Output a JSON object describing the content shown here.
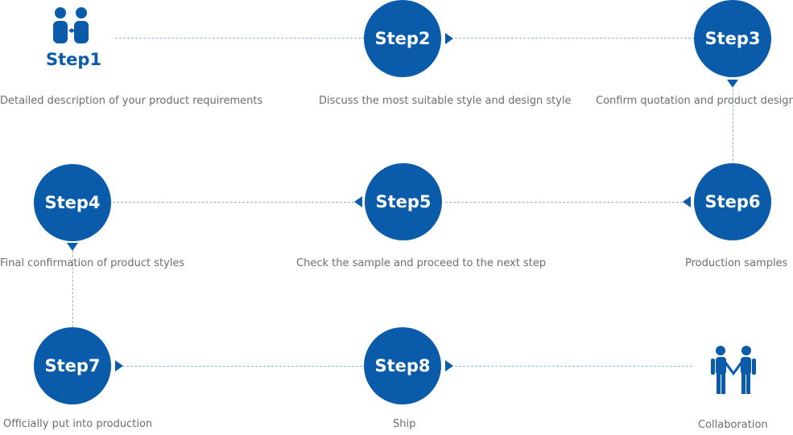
{
  "colors": {
    "accent": "#0a5cab",
    "connector": "#8fb4d6",
    "caption": "#6d6d6d"
  },
  "steps": {
    "s1": {
      "label": "Step1",
      "caption": "Detailed description of your product requirements",
      "icon": "two-people-icon"
    },
    "s2": {
      "label": "Step2",
      "caption": "Discuss the most suitable style and design style"
    },
    "s3": {
      "label": "Step3",
      "caption": "Confirm quotation and product design"
    },
    "s4": {
      "label": "Step4",
      "caption": "Final confirmation of product styles"
    },
    "s5": {
      "label": "Step5",
      "caption": "Check the sample and proceed to the next step"
    },
    "s6": {
      "label": "Step6",
      "caption": "Production samples"
    },
    "s7": {
      "label": "Step7",
      "caption": "Officially put into production"
    },
    "s8": {
      "label": "Step8",
      "caption": "Ship"
    }
  },
  "end": {
    "caption": "Collaboration",
    "icon": "handshake-people-icon"
  }
}
